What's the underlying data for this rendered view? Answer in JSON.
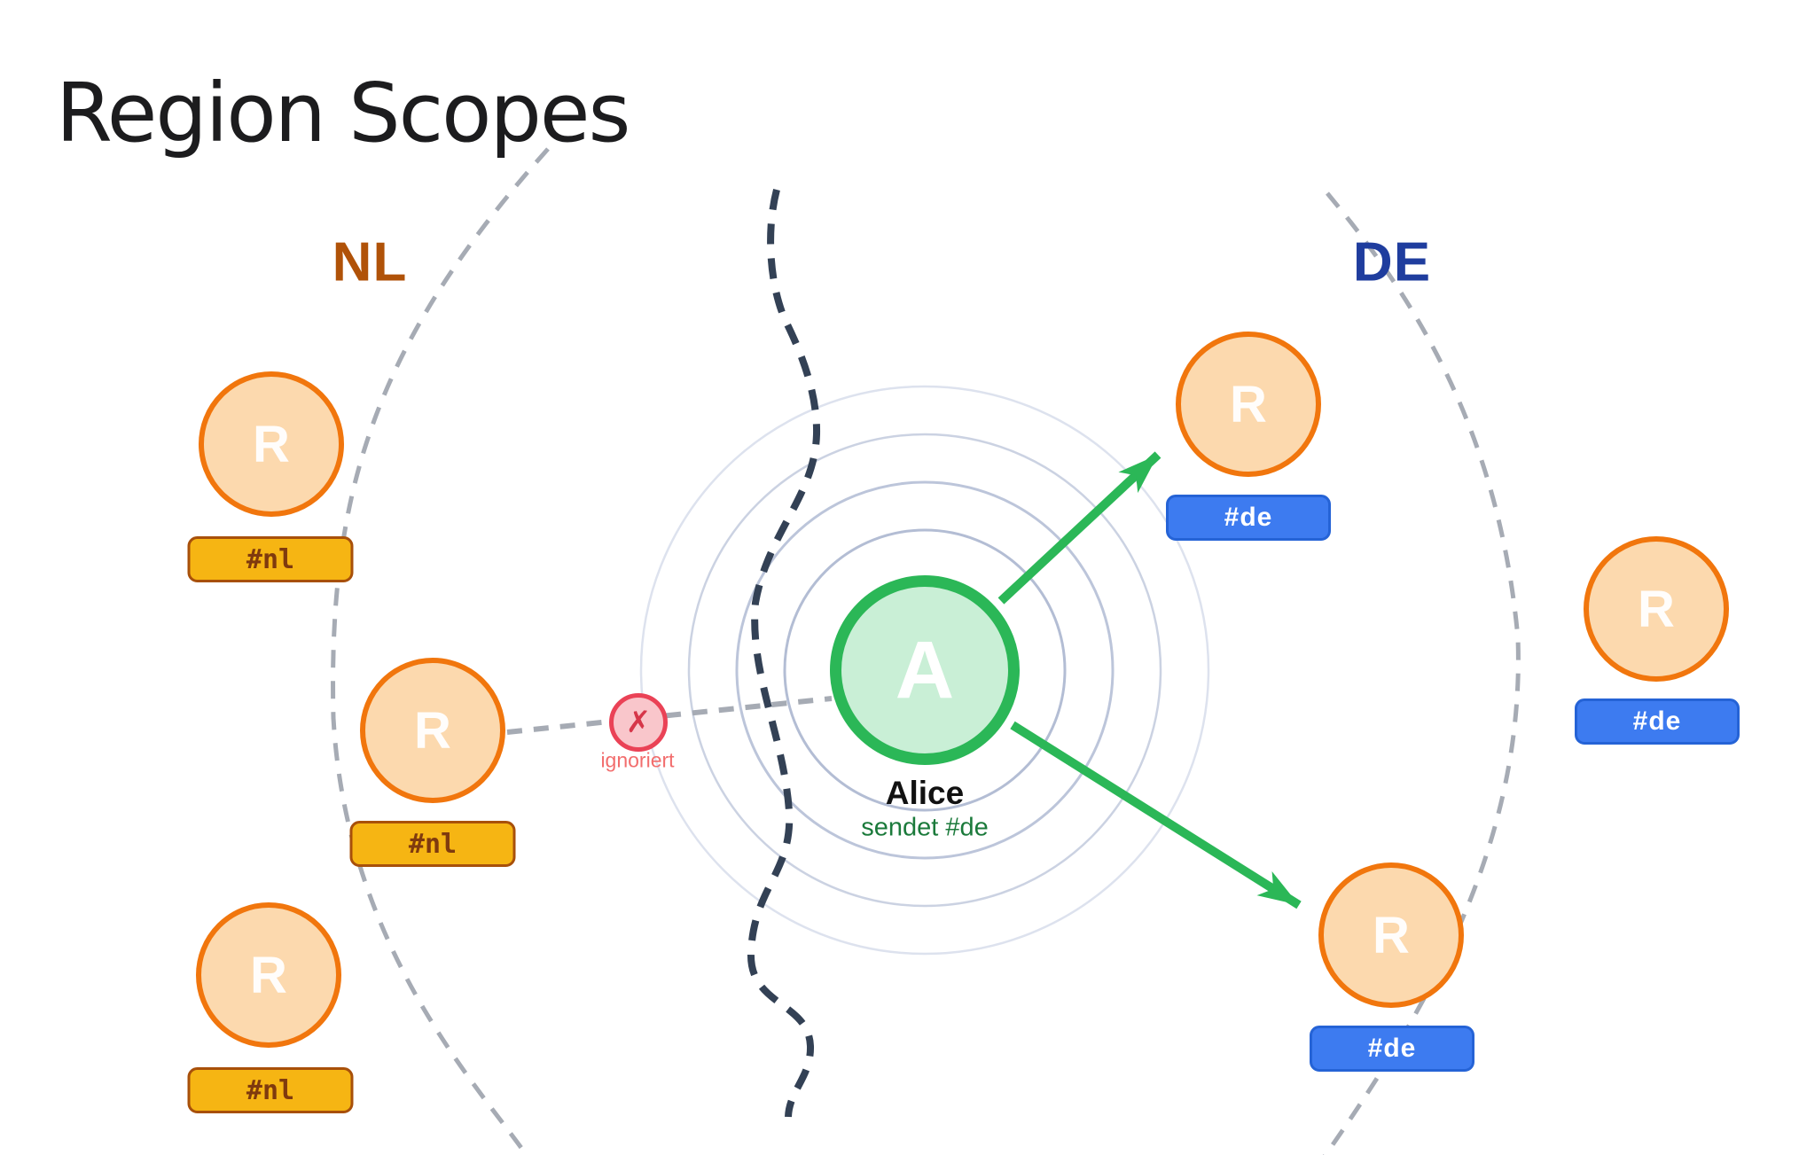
{
  "title": "Region Scopes",
  "regions": {
    "nl": {
      "label": "NL"
    },
    "de": {
      "label": "DE"
    }
  },
  "sender": {
    "initial": "A",
    "name": "Alice",
    "action": "sendet #de"
  },
  "ignored": {
    "mark": "✗",
    "label": "ignoriert"
  },
  "nl_nodes": [
    {
      "initial": "R",
      "badge": "#nl"
    },
    {
      "initial": "R",
      "badge": "#nl"
    },
    {
      "initial": "R",
      "badge": "#nl"
    }
  ],
  "de_nodes": [
    {
      "initial": "R",
      "badge": "#de"
    },
    {
      "initial": "R",
      "badge": "#de"
    },
    {
      "initial": "R",
      "badge": "#de"
    }
  ],
  "colors": {
    "green": "#2bb757",
    "green_light": "#c9efd6",
    "green_dark": "#1b7a3b",
    "orange": "#f1760d",
    "orange_light": "#fcd9ae",
    "amber": "#f6b513",
    "amber_dark": "#a8500a",
    "blue": "#3d7bf0",
    "blue_dark": "#2563d6",
    "navy": "#1f3d9e",
    "brown": "#b05208",
    "red": "#ea4256",
    "red_light": "#f9c6cb",
    "slate": "#334155",
    "gray": "#a6abb4"
  }
}
